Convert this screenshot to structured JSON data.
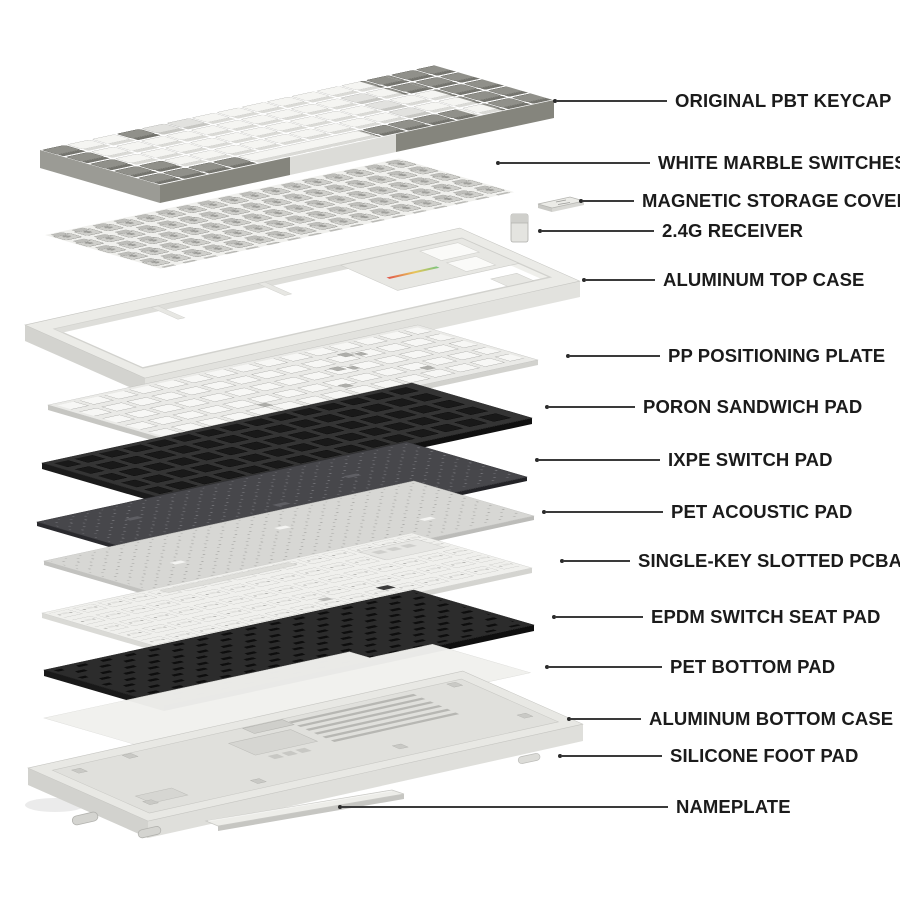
{
  "diagram": {
    "subject": "keyboard exploded view",
    "callouts": [
      {
        "label": "ORIGINAL PBT KEYCAP"
      },
      {
        "label": "WHITE MARBLE SWITCHES"
      },
      {
        "label": "MAGNETIC STORAGE COVER"
      },
      {
        "label": "2.4G RECEIVER"
      },
      {
        "label": "ALUMINUM TOP CASE"
      },
      {
        "label": "PP POSITIONING PLATE"
      },
      {
        "label": "PORON SANDWICH PAD"
      },
      {
        "label": "IXPE SWITCH PAD"
      },
      {
        "label": "PET ACOUSTIC PAD"
      },
      {
        "label": "SINGLE-KEY SLOTTED PCBA"
      },
      {
        "label": "EPDM SWITCH SEAT PAD"
      },
      {
        "label": "PET BOTTOM PAD"
      },
      {
        "label": "ALUMINUM BOTTOM CASE"
      },
      {
        "label": "SILICONE FOOT PAD"
      },
      {
        "label": "NAMEPLATE"
      }
    ],
    "colors": {
      "background": "#ffffff",
      "label_text": "#1b1b1b",
      "leader_line": "#3a3a3a",
      "keycap_white": "#f5f5f2",
      "keycap_accent": "#90908a",
      "switch_body": "#cfcfcb",
      "top_case": "#ebebe7",
      "pp_plate": "#eaeae7",
      "poron_pad": "#343434",
      "ixpe_pad": "#47474b",
      "pet_acoustic": "#d7d7d4",
      "pcba": "#f0f0ed",
      "epdm_pad": "#2c2c2c",
      "pet_bottom": "#f1f1ee",
      "bottom_case": "#e8e8e4",
      "nameplate": "#edede9",
      "indicator_red": "#e2574a",
      "indicator_green": "#7cc47e"
    }
  }
}
